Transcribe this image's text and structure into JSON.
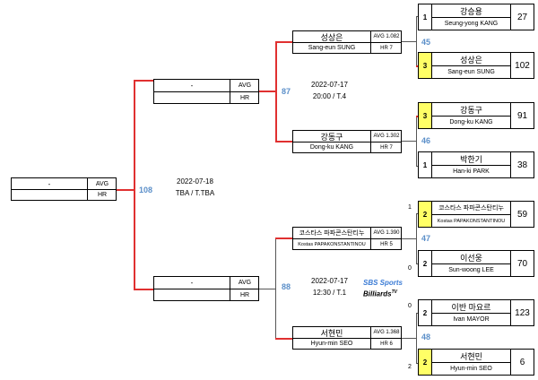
{
  "labels": {
    "avg": "AVG",
    "hr": "HR",
    "dash": "-"
  },
  "final": {
    "match_no": "108",
    "date": "2022-07-18",
    "venue": "TBA / T.TBA"
  },
  "semis": [
    {
      "match_no": "87",
      "date": "2022-07-17",
      "time": "20:00 / T.4"
    },
    {
      "match_no": "88",
      "date": "2022-07-17",
      "time": "12:30 / T.1"
    }
  ],
  "qf_players": [
    {
      "kr": "성상은",
      "en": "Sang-eun SUNG",
      "avg": "AVG 1.082",
      "hr": "HR 7"
    },
    {
      "kr": "강동구",
      "en": "Dong-ku KANG",
      "avg": "AVG 1.302",
      "hr": "HR 7"
    },
    {
      "kr": "코스타스 파파콘스탄티누",
      "en": "Kostas PAPAKONSTANTINOU",
      "avg": "AVG 1.390",
      "hr": "HR 5"
    },
    {
      "kr": "서현민",
      "en": "Hyun-min SEO",
      "avg": "AVG 1.368",
      "hr": "HR 6"
    }
  ],
  "r16": [
    {
      "match_no": "45",
      "p1": {
        "seed": "1",
        "kr": "강승용",
        "en": "Seung-yong KANG",
        "score": "27"
      },
      "p2": {
        "seed": "3",
        "kr": "성상은",
        "en": "Sang-eun SUNG",
        "score": "102"
      }
    },
    {
      "match_no": "46",
      "p1": {
        "seed": "3",
        "kr": "강동구",
        "en": "Dong-ku KANG",
        "score": "91"
      },
      "p2": {
        "seed": "1",
        "kr": "박한기",
        "en": "Han-ki PARK",
        "score": "38"
      }
    },
    {
      "match_no": "47",
      "p1": {
        "seed": "2",
        "kr": "코스타스 파파콘스탄티누",
        "en": "Kostas PAPAKONSTANTINOU",
        "score": "59",
        "small": "1"
      },
      "p2": {
        "seed": "2",
        "kr": "이선웅",
        "en": "Sun-woong LEE",
        "score": "70",
        "small": "0"
      }
    },
    {
      "match_no": "48",
      "p1": {
        "seed": "2",
        "kr": "이반 마요르",
        "en": "Ivan MAYOR",
        "score": "123",
        "small": "0"
      },
      "p2": {
        "seed": "2",
        "kr": "서현민",
        "en": "Hyun-min SEO",
        "score": "6",
        "small": "2"
      }
    }
  ],
  "sponsor": {
    "top": "SBS Sports",
    "bottom": "Billiards",
    "tv": "TV"
  },
  "colors": {
    "accent_red": "#e03030",
    "match_blue": "#5b8fc9",
    "seed_yellow": "#ffff66"
  }
}
